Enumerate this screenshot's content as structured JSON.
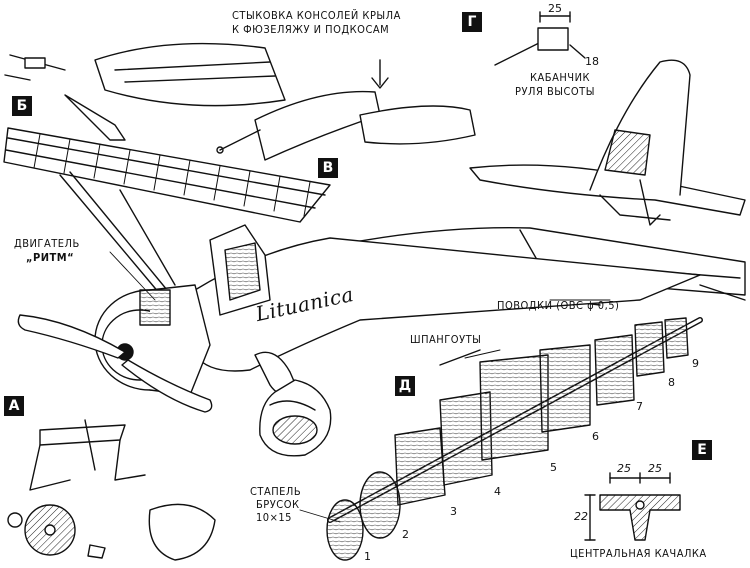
{
  "labels": {
    "title_line1": "СТЫКОВКА КОНСОЛЕЙ КРЫЛА",
    "title_line2": "К ФЮЗЕЛЯЖУ И ПОДКОСАМ",
    "engine_line1": "ДВИГАТЕЛЬ",
    "engine_line2": "„РИТМ“",
    "horn_line1": "КАБАНЧИК",
    "horn_line2": "РУЛЯ ВЫСОТЫ",
    "leads": "ПОВОДКИ (ОВС ϕ 0,5)",
    "frames": "ШПАНГОУТЫ",
    "slipway_line1": "СТАПЕЛЬ",
    "slipway_line2": "БРУСОК",
    "slipway_line3": "10×15",
    "bellcrank": "ЦЕНТРАЛЬНАЯ КАЧАЛКА",
    "fuselage_script": "Lituanica"
  },
  "badges": {
    "a": "А",
    "b": "Б",
    "v": "В",
    "g": "Г",
    "d": "Д",
    "e": "Е"
  },
  "dims": {
    "horn_width": "25",
    "horn_part": "18",
    "crank_left": "25",
    "crank_right": "25",
    "crank_height": "22"
  },
  "frame_numbers": [
    "1",
    "2",
    "3",
    "4",
    "5",
    "6",
    "7",
    "8",
    "9"
  ]
}
